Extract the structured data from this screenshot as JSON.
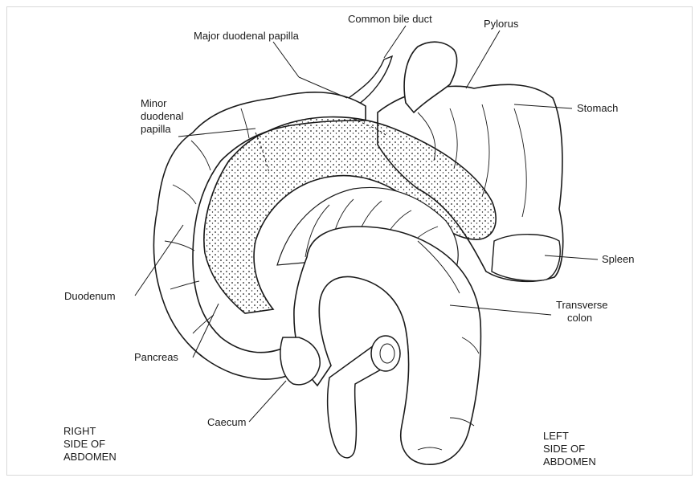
{
  "labels": {
    "common_bile_duct": "Common bile duct",
    "major_papilla": "Major duodenal papilla",
    "pylorus": "Pylorus",
    "minor_papilla": [
      "Minor",
      "duodenal",
      "papilla"
    ],
    "stomach": "Stomach",
    "duodenum": "Duodenum",
    "spleen": "Spleen",
    "transverse_colon": [
      "Transverse",
      "colon"
    ],
    "pancreas": "Pancreas",
    "caecum": "Caecum"
  },
  "sides": {
    "right": [
      "RIGHT",
      "SIDE OF",
      "ABDOMEN"
    ],
    "left": [
      "LEFT",
      "SIDE OF",
      "ABDOMEN"
    ]
  },
  "colors": {
    "ink": "#1a1a1a",
    "pancreas_fill": "#e9e9e9",
    "background": "#ffffff"
  }
}
